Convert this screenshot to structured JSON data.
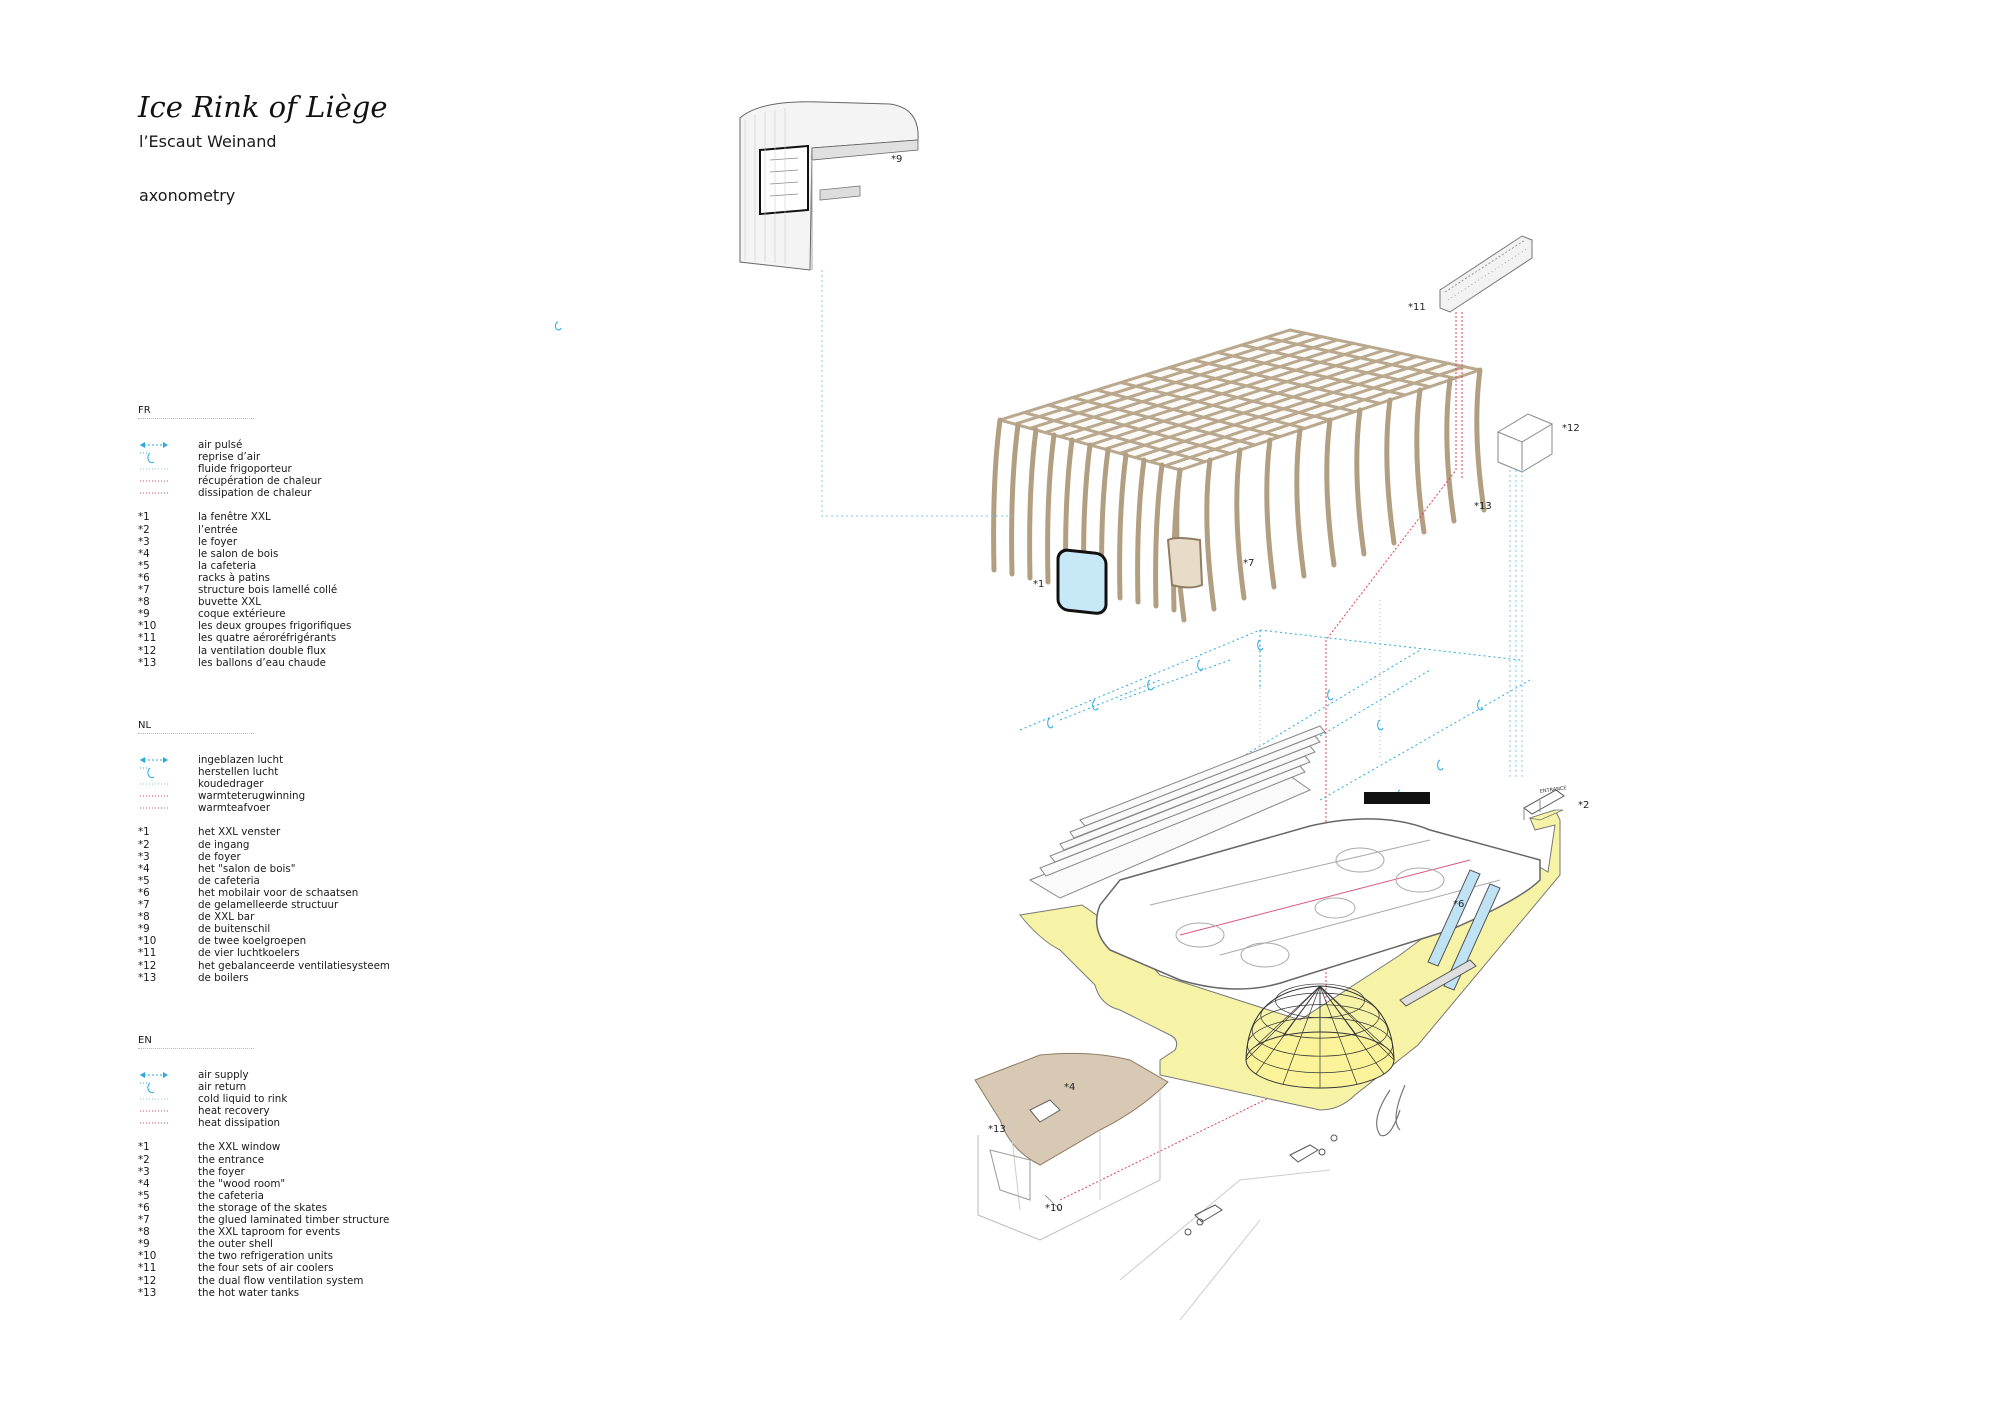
{
  "title": "Ice Rink of Liège",
  "subtitle": "l’Escaut Weinand",
  "view": "axonometry",
  "colors": {
    "air_supply": "#27a9e1",
    "cold_liquid": "#7fc4e8",
    "heat": "#e0405a",
    "timber": "#cdbca4",
    "floor_yellow": "#f7f3a6",
    "glass_blue": "#bfe3f5",
    "wood_room": "#d7c9b3"
  },
  "legend": {
    "fr": {
      "heading": "FR",
      "flows": [
        "air pulsé",
        "reprise d’air",
        "fluide frigoporteur",
        "récupération de chaleur",
        "dissipation de chaleur"
      ],
      "items": [
        {
          "code": "*1",
          "text": "la fenêtre XXL"
        },
        {
          "code": "*2",
          "text": "l’entrée"
        },
        {
          "code": "*3",
          "text": "le foyer"
        },
        {
          "code": "*4",
          "text": "le salon de bois"
        },
        {
          "code": "*5",
          "text": "la cafeteria"
        },
        {
          "code": "*6",
          "text": "racks à patins"
        },
        {
          "code": "*7",
          "text": "structure bois lamellé collé"
        },
        {
          "code": "*8",
          "text": "buvette XXL"
        },
        {
          "code": "*9",
          "text": "coque extérieure"
        },
        {
          "code": "*10",
          "text": "les deux groupes frigorifiques"
        },
        {
          "code": "*11",
          "text": "les quatre aéroréfrigérants"
        },
        {
          "code": "*12",
          "text": "la ventilation double flux"
        },
        {
          "code": "*13",
          "text": "les ballons d’eau chaude"
        }
      ]
    },
    "nl": {
      "heading": "NL",
      "flows": [
        "ingeblazen lucht",
        "herstellen lucht",
        "koudedrager",
        "warmteterugwinning",
        "warmteafvoer"
      ],
      "items": [
        {
          "code": "*1",
          "text": "het XXL venster"
        },
        {
          "code": "*2",
          "text": "de ingang"
        },
        {
          "code": "*3",
          "text": "de foyer"
        },
        {
          "code": "*4",
          "text": "het \"salon de bois\""
        },
        {
          "code": "*5",
          "text": "de cafeteria"
        },
        {
          "code": "*6",
          "text": "het mobilair voor de schaatsen"
        },
        {
          "code": "*7",
          "text": "de gelamelleerde structuur"
        },
        {
          "code": "*8",
          "text": "de XXL bar"
        },
        {
          "code": "*9",
          "text": "de buitenschil"
        },
        {
          "code": "*10",
          "text": "de twee koelgroepen"
        },
        {
          "code": "*11",
          "text": "de vier luchtkoelers"
        },
        {
          "code": "*12",
          "text": "het gebalanceerde ventilatiesysteem"
        },
        {
          "code": "*13",
          "text": "de boilers"
        }
      ]
    },
    "en": {
      "heading": "EN",
      "flows": [
        "air supply",
        "air return",
        "cold liquid to rink",
        "heat recovery",
        "heat dissipation"
      ],
      "items": [
        {
          "code": "*1",
          "text": "the XXL window"
        },
        {
          "code": "*2",
          "text": "the entrance"
        },
        {
          "code": "*3",
          "text": "the foyer"
        },
        {
          "code": "*4",
          "text": "the \"wood room\""
        },
        {
          "code": "*5",
          "text": "the cafeteria"
        },
        {
          "code": "*6",
          "text": "the storage of the skates"
        },
        {
          "code": "*7",
          "text": "the glued laminated timber structure"
        },
        {
          "code": "*8",
          "text": "the XXL taproom for events"
        },
        {
          "code": "*9",
          "text": "the outer shell"
        },
        {
          "code": "*10",
          "text": "the two refrigeration units"
        },
        {
          "code": "*11",
          "text": "the four sets of air coolers"
        },
        {
          "code": "*12",
          "text": "the dual flow ventilation system"
        },
        {
          "code": "*13",
          "text": "the hot water tanks"
        }
      ]
    }
  },
  "callouts": {
    "c1": "*1",
    "c2": "*2",
    "c4": "*4",
    "c6": "*6",
    "c7": "*7",
    "c9": "*9",
    "c10": "*10",
    "c11": "*11",
    "c12": "*12",
    "c13": "*13"
  },
  "signage": {
    "entrance_sign": "ENTRANCE"
  }
}
